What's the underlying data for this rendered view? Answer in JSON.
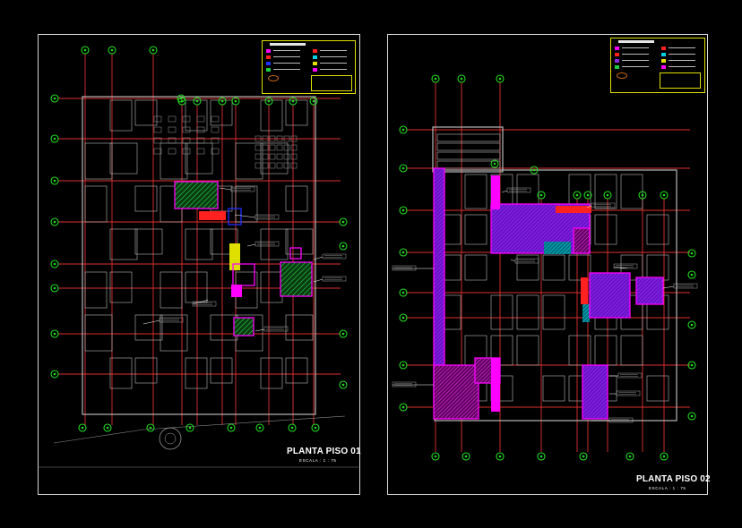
{
  "plans": [
    {
      "title": "PLANTA PISO 01",
      "scale": "ESCALA : 1 : 75"
    },
    {
      "title": "PLANTA PISO 02",
      "scale": "ESCALA : 1 : 75"
    }
  ],
  "colors": {
    "background": "#000000",
    "sheet_border": "#d8d8d8",
    "axis_line": "#e03030",
    "axis_bubble": "#22dd22",
    "walls": "#b8b8b8",
    "magenta": "#ff00ff",
    "violet": "#8a2be2",
    "green_hatch": "#22cc44",
    "cyan": "#00d0e0",
    "red": "#ff2020",
    "yellow": "#e0e000",
    "blue": "#2030ff"
  }
}
